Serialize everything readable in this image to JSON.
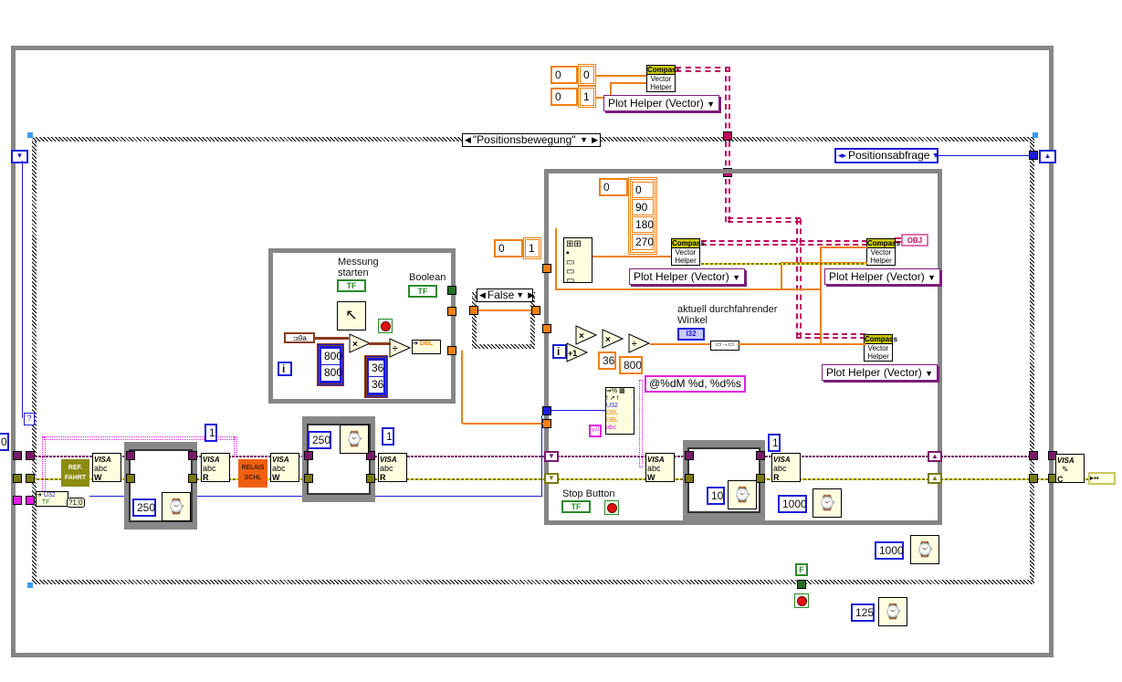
{
  "diagram": {
    "outer_case_selector": "\"Positionsbewegung\"",
    "inner_case_selector": "Positionsabfrage",
    "false_case_selector": "False",
    "labels": {
      "messung_starten": "Messung\nstarten",
      "messung_starten_l1": "Messung",
      "messung_starten_l2": "starten",
      "boolean": "Boolean",
      "aktuell_l1": "aktuell durchfahrender",
      "aktuell_l2": "Winkel",
      "stop_button": "Stop Button"
    },
    "constants": {
      "top_index_1": "0",
      "top_value_1": "0",
      "top_index_2": "0",
      "top_value_2": "1",
      "mid_index": "0",
      "mid_value": "1",
      "angles_index": "0",
      "angles": [
        "0",
        "90",
        "180",
        "270"
      ],
      "multiply_array": [
        "800",
        "800"
      ],
      "divide_array": [
        "36",
        "36"
      ],
      "const_36": "36",
      "const_800": "800",
      "format_string": "@%dM %d, %d%s",
      "wait_250_a": "250",
      "wait_250_b": "250",
      "wait_10": "10",
      "wait_1000_a": "1000",
      "wait_1000_b": "1000",
      "wait_125": "125",
      "visa_count_1": "1",
      "visa_count_2": "1",
      "visa_count_3": "1",
      "false_const": "F",
      "left_edge_num": "0"
    },
    "subvis": {
      "compass_header": "Compass",
      "compass_body_1": "Vector",
      "compass_body_2": "Helper",
      "plot_helper": "Plot Helper (Vector)",
      "ref_fahrt_l1": "REF.",
      "ref_fahrt_l2": "FAHRT",
      "relais_l1": "RELAIS",
      "relais_l2": "SCHL",
      "visa": "VISA",
      "abc": "abc",
      "write": "W",
      "read": "R",
      "close": "C",
      "obj": "OBJ",
      "i32": "I32",
      "u32": "U32",
      "tf": "TF",
      "dbl": "DBL",
      "iter": "i",
      "plus1": "+1",
      "bool_to_num": "?1:0"
    },
    "colors": {
      "loop_border": "#868686",
      "numeric_int": "#1b1bd8",
      "numeric_dbl": "#f08010",
      "boolean": "#2c8a2c",
      "string": "#e020e0",
      "visa_wire": "#7a1a6a",
      "error_wire": "#7a7a10",
      "class_wire": "#c00860",
      "relais_subvi": "#f06010",
      "ref_fahrt_subvi": "#8c8c10"
    }
  }
}
